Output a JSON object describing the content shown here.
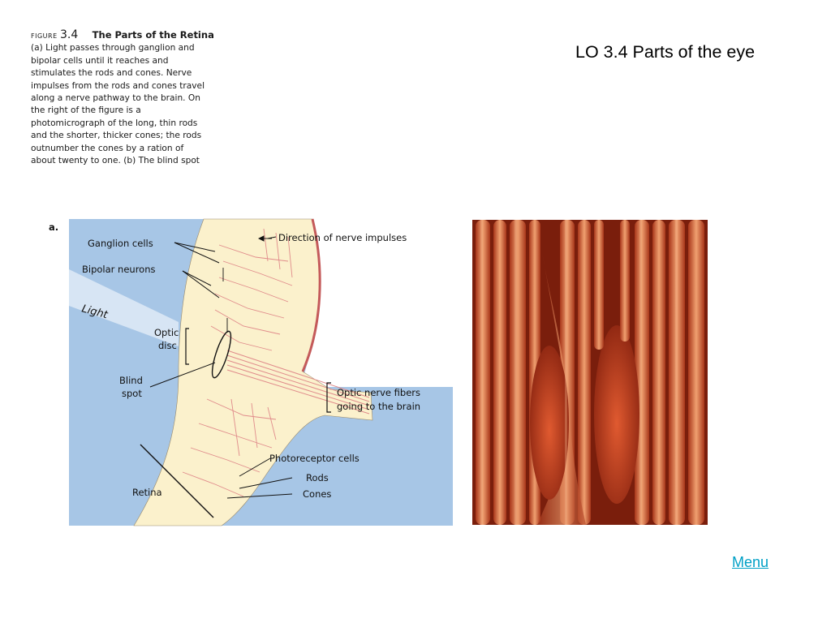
{
  "slide": {
    "title": "LO 3.4 Parts of the eye",
    "menu_label": "Menu"
  },
  "caption": {
    "figure_label": "FIGURE",
    "figure_number": "3.4",
    "title": "The Parts of the Retina",
    "lines": [
      "(a) Light passes through ganglion and",
      "bipolar cells until it reaches and",
      "stimulates the rods and cones. Nerve",
      "impulses from the rods and cones travel",
      "along a nerve pathway to the brain. On",
      "the right of the figure is a",
      "photomicrograph of the long, thin rods",
      "and the shorter, thicker cones; the rods",
      "outnumber the cones by a ration of",
      "about twenty to one. (b) The blind spot"
    ]
  },
  "diagram": {
    "panel_label": "a.",
    "labels": {
      "ganglion_cells": "Ganglion cells",
      "direction": "Direction of nerve impulses",
      "bipolar_neurons": "Bipolar neurons",
      "light": "Light",
      "optic_disc_1": "Optic",
      "optic_disc_2": "disc",
      "blind_spot_1": "Blind",
      "blind_spot_2": "spot",
      "optic_nerve_1": "Optic nerve fibers",
      "optic_nerve_2": "going to the brain",
      "photoreceptor_cells": "Photoreceptor cells",
      "rods": "Rods",
      "cones": "Cones",
      "retina": "Retina"
    },
    "colors": {
      "sky_blue": "#a7c6e6",
      "retina_cream": "#fbf1cc",
      "nerve_pink": "#e08b8b"
    }
  },
  "micrograph": {
    "colors": {
      "orange": "#e0683a",
      "dark": "#7a1e0c",
      "light": "#f5b48a"
    }
  }
}
